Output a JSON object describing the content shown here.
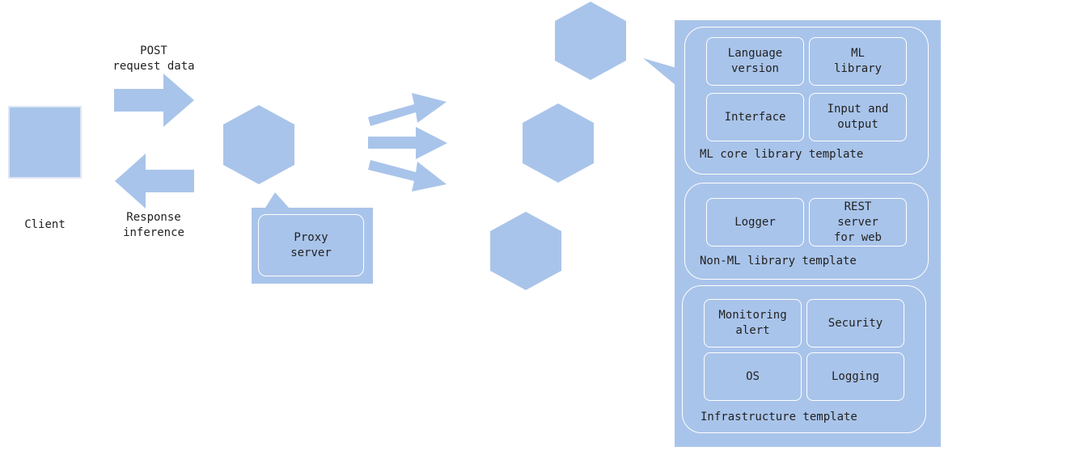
{
  "client": {
    "label": "Client"
  },
  "request": {
    "line1": "POST",
    "line2": "request data"
  },
  "response": {
    "line1": "Response",
    "line2": "inference"
  },
  "proxy": {
    "line1": "Proxy",
    "line2": "server"
  },
  "ml_core": {
    "title": "ML core library template",
    "items": [
      {
        "line1": "Language",
        "line2": "version"
      },
      {
        "line1": "ML",
        "line2": "library"
      },
      {
        "line1": "Interface",
        "line2": ""
      },
      {
        "line1": "Input and",
        "line2": "output"
      }
    ]
  },
  "non_ml": {
    "title": "Non-ML library template",
    "items": [
      {
        "line1": "Logger",
        "line2": "",
        "line3": ""
      },
      {
        "line1": "REST",
        "line2": "server",
        "line3": "for web"
      }
    ]
  },
  "infra": {
    "title": "Infrastructure template",
    "items": [
      {
        "line1": "Monitoring",
        "line2": "alert"
      },
      {
        "line1": "Security",
        "line2": ""
      },
      {
        "line1": "OS",
        "line2": ""
      },
      {
        "line1": "Logging",
        "line2": ""
      }
    ]
  },
  "colors": {
    "fill": "#a9c4ea",
    "border": "#ffffff"
  }
}
